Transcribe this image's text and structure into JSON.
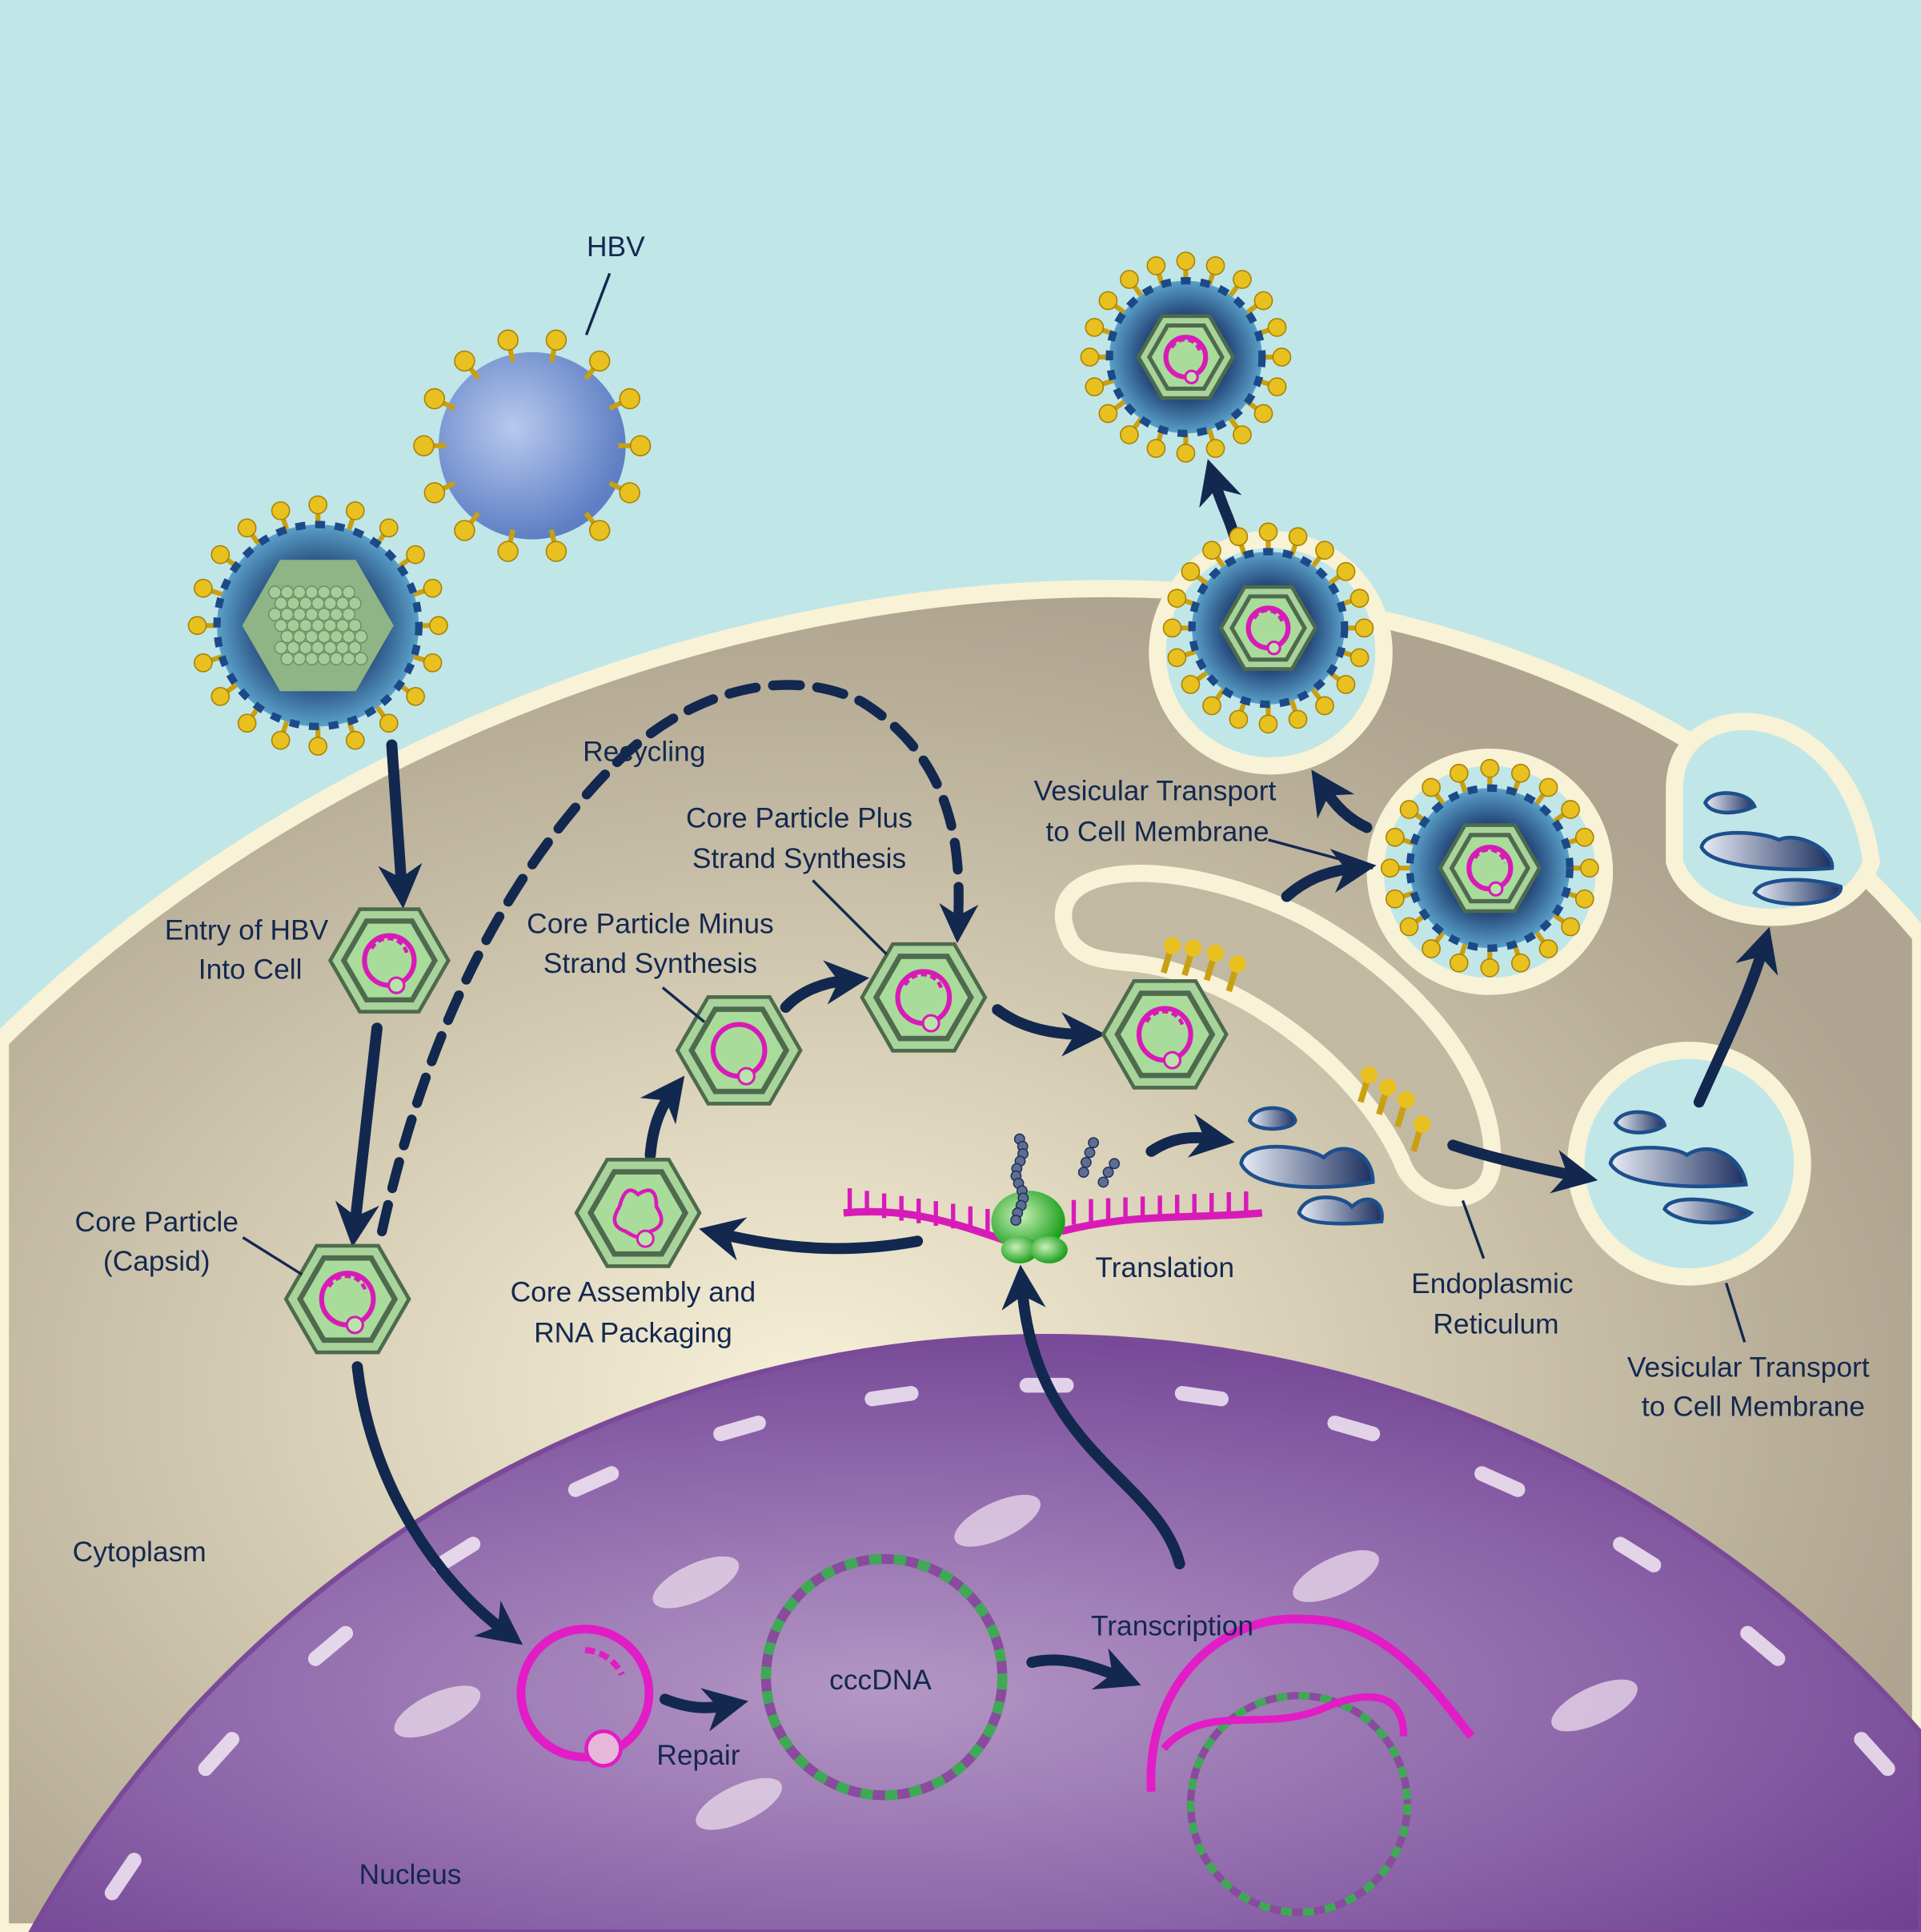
{
  "labels": {
    "hbv": "HBV",
    "entry": [
      "Entry of HBV",
      "Into Cell"
    ],
    "core_particle": [
      "Core Particle",
      "(Capsid)"
    ],
    "recycling": "Recycling",
    "minus": [
      "Core Particle Minus",
      "Strand Synthesis"
    ],
    "plus": [
      "Core Particle Plus",
      "Strand Synthesis"
    ],
    "assembly": [
      "Core Assembly and",
      "RNA Packaging"
    ],
    "translation": "Translation",
    "vesicular1": [
      "Vesicular Transport",
      "to Cell Membrane"
    ],
    "er": [
      "Endoplasmic",
      "Reticulum"
    ],
    "vesicular2": [
      "Vesicular Transport",
      "to Cell Membrane"
    ],
    "cytoplasm": "Cytoplasm",
    "nucleus": "Nucleus",
    "repair": "Repair",
    "cccdna": "cccDNA",
    "transcription": "Transcription"
  },
  "colors": {
    "background": "#c0e6e8",
    "cytoplasm": "#b9b09c",
    "membrane": "#f8f2d6",
    "nucleus": "#7d4f9c",
    "arrow": "#13284f",
    "rna": "#d81bb8",
    "capsid": "#a8d39a",
    "spike": "#e2b818"
  }
}
